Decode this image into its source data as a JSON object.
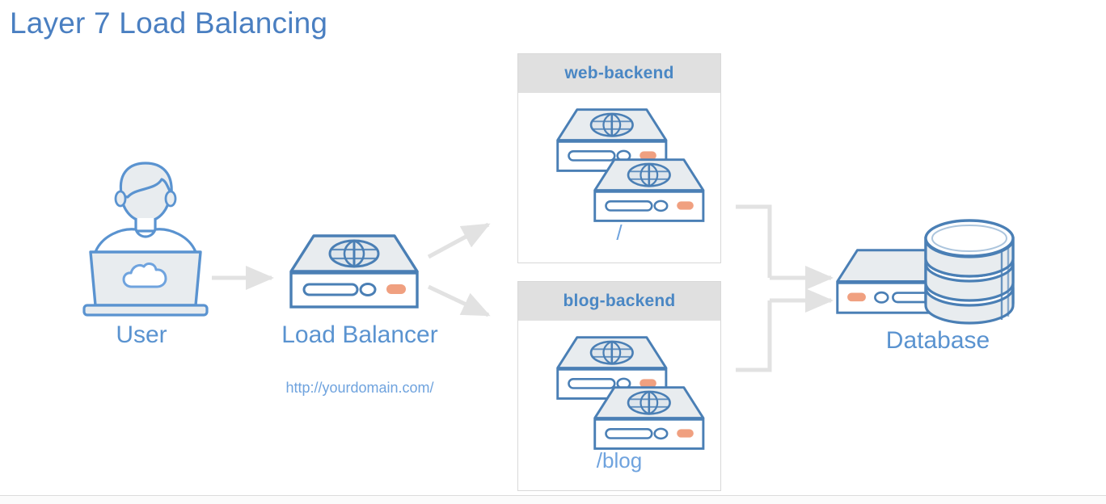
{
  "diagram": {
    "title": "Layer 7 Load Balancing",
    "colors": {
      "title_blue": "#4a7fc1",
      "label_blue": "#5a93d0",
      "sub_blue": "#6fa3de",
      "header_blue": "#4a87c4",
      "icon_stroke": "#4a7fb5",
      "icon_fill": "#e8ecef",
      "led_orange": "#f0a080",
      "arrow_gray": "#e2e2e2",
      "header_band": "#e0e0e0",
      "box_border": "#d8d8d8"
    },
    "nodes": [
      {
        "id": "user",
        "label": "User",
        "icon": "user-laptop-icon",
        "sub_label": ""
      },
      {
        "id": "load-balancer",
        "label": "Load Balancer",
        "icon": "server-icon",
        "sub_label": "http://yourdomain.com/"
      },
      {
        "id": "database",
        "label": "Database",
        "icon": "database-icon",
        "sub_label": ""
      }
    ],
    "backends": [
      {
        "id": "web-backend",
        "header": "web-backend",
        "path": "/",
        "server_count": 2
      },
      {
        "id": "blog-backend",
        "header": "blog-backend",
        "path": "/blog",
        "server_count": 2
      }
    ],
    "connections": [
      {
        "from": "user",
        "to": "load-balancer",
        "style": "straight-arrow"
      },
      {
        "from": "load-balancer",
        "to": "web-backend",
        "style": "diagonal-arrow-up"
      },
      {
        "from": "load-balancer",
        "to": "blog-backend",
        "style": "diagonal-arrow-down"
      },
      {
        "from": "web-backend",
        "to": "database",
        "style": "elbow-arrow"
      },
      {
        "from": "blog-backend",
        "to": "database",
        "style": "elbow-arrow"
      }
    ]
  }
}
